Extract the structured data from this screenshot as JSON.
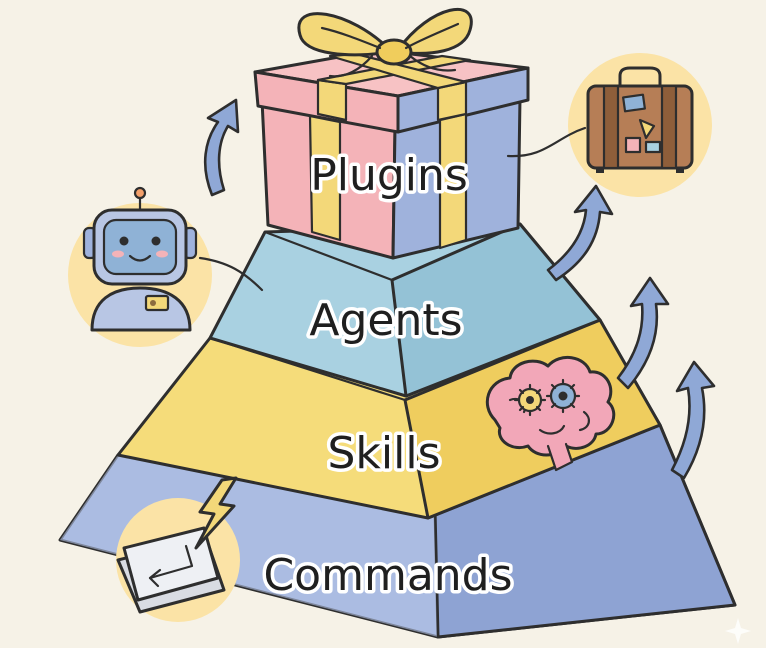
{
  "tiers": {
    "plugins": "Plugins",
    "agents": "Agents",
    "skills": "Skills",
    "commands": "Commands"
  },
  "colors": {
    "background": "#f6f2e7",
    "commands_tier": "#9fb2dc",
    "skills_tier": "#f5dc7a",
    "agents_tier": "#a9d1e1",
    "gift_pink": "#f4b3b8",
    "gift_blue": "#9fb2dc",
    "ribbon_yellow": "#f3d879",
    "icon_circle": "#fbe3a6",
    "arrow": "#8fa8d6"
  },
  "icons": {
    "plugins": "gift-box-icon",
    "agents": "robot-icon",
    "agents_side": "suitcase-icon",
    "skills": "brain-gears-icon",
    "commands": "enter-key-lightning-icon",
    "growth": "curved-up-arrow-icon"
  }
}
